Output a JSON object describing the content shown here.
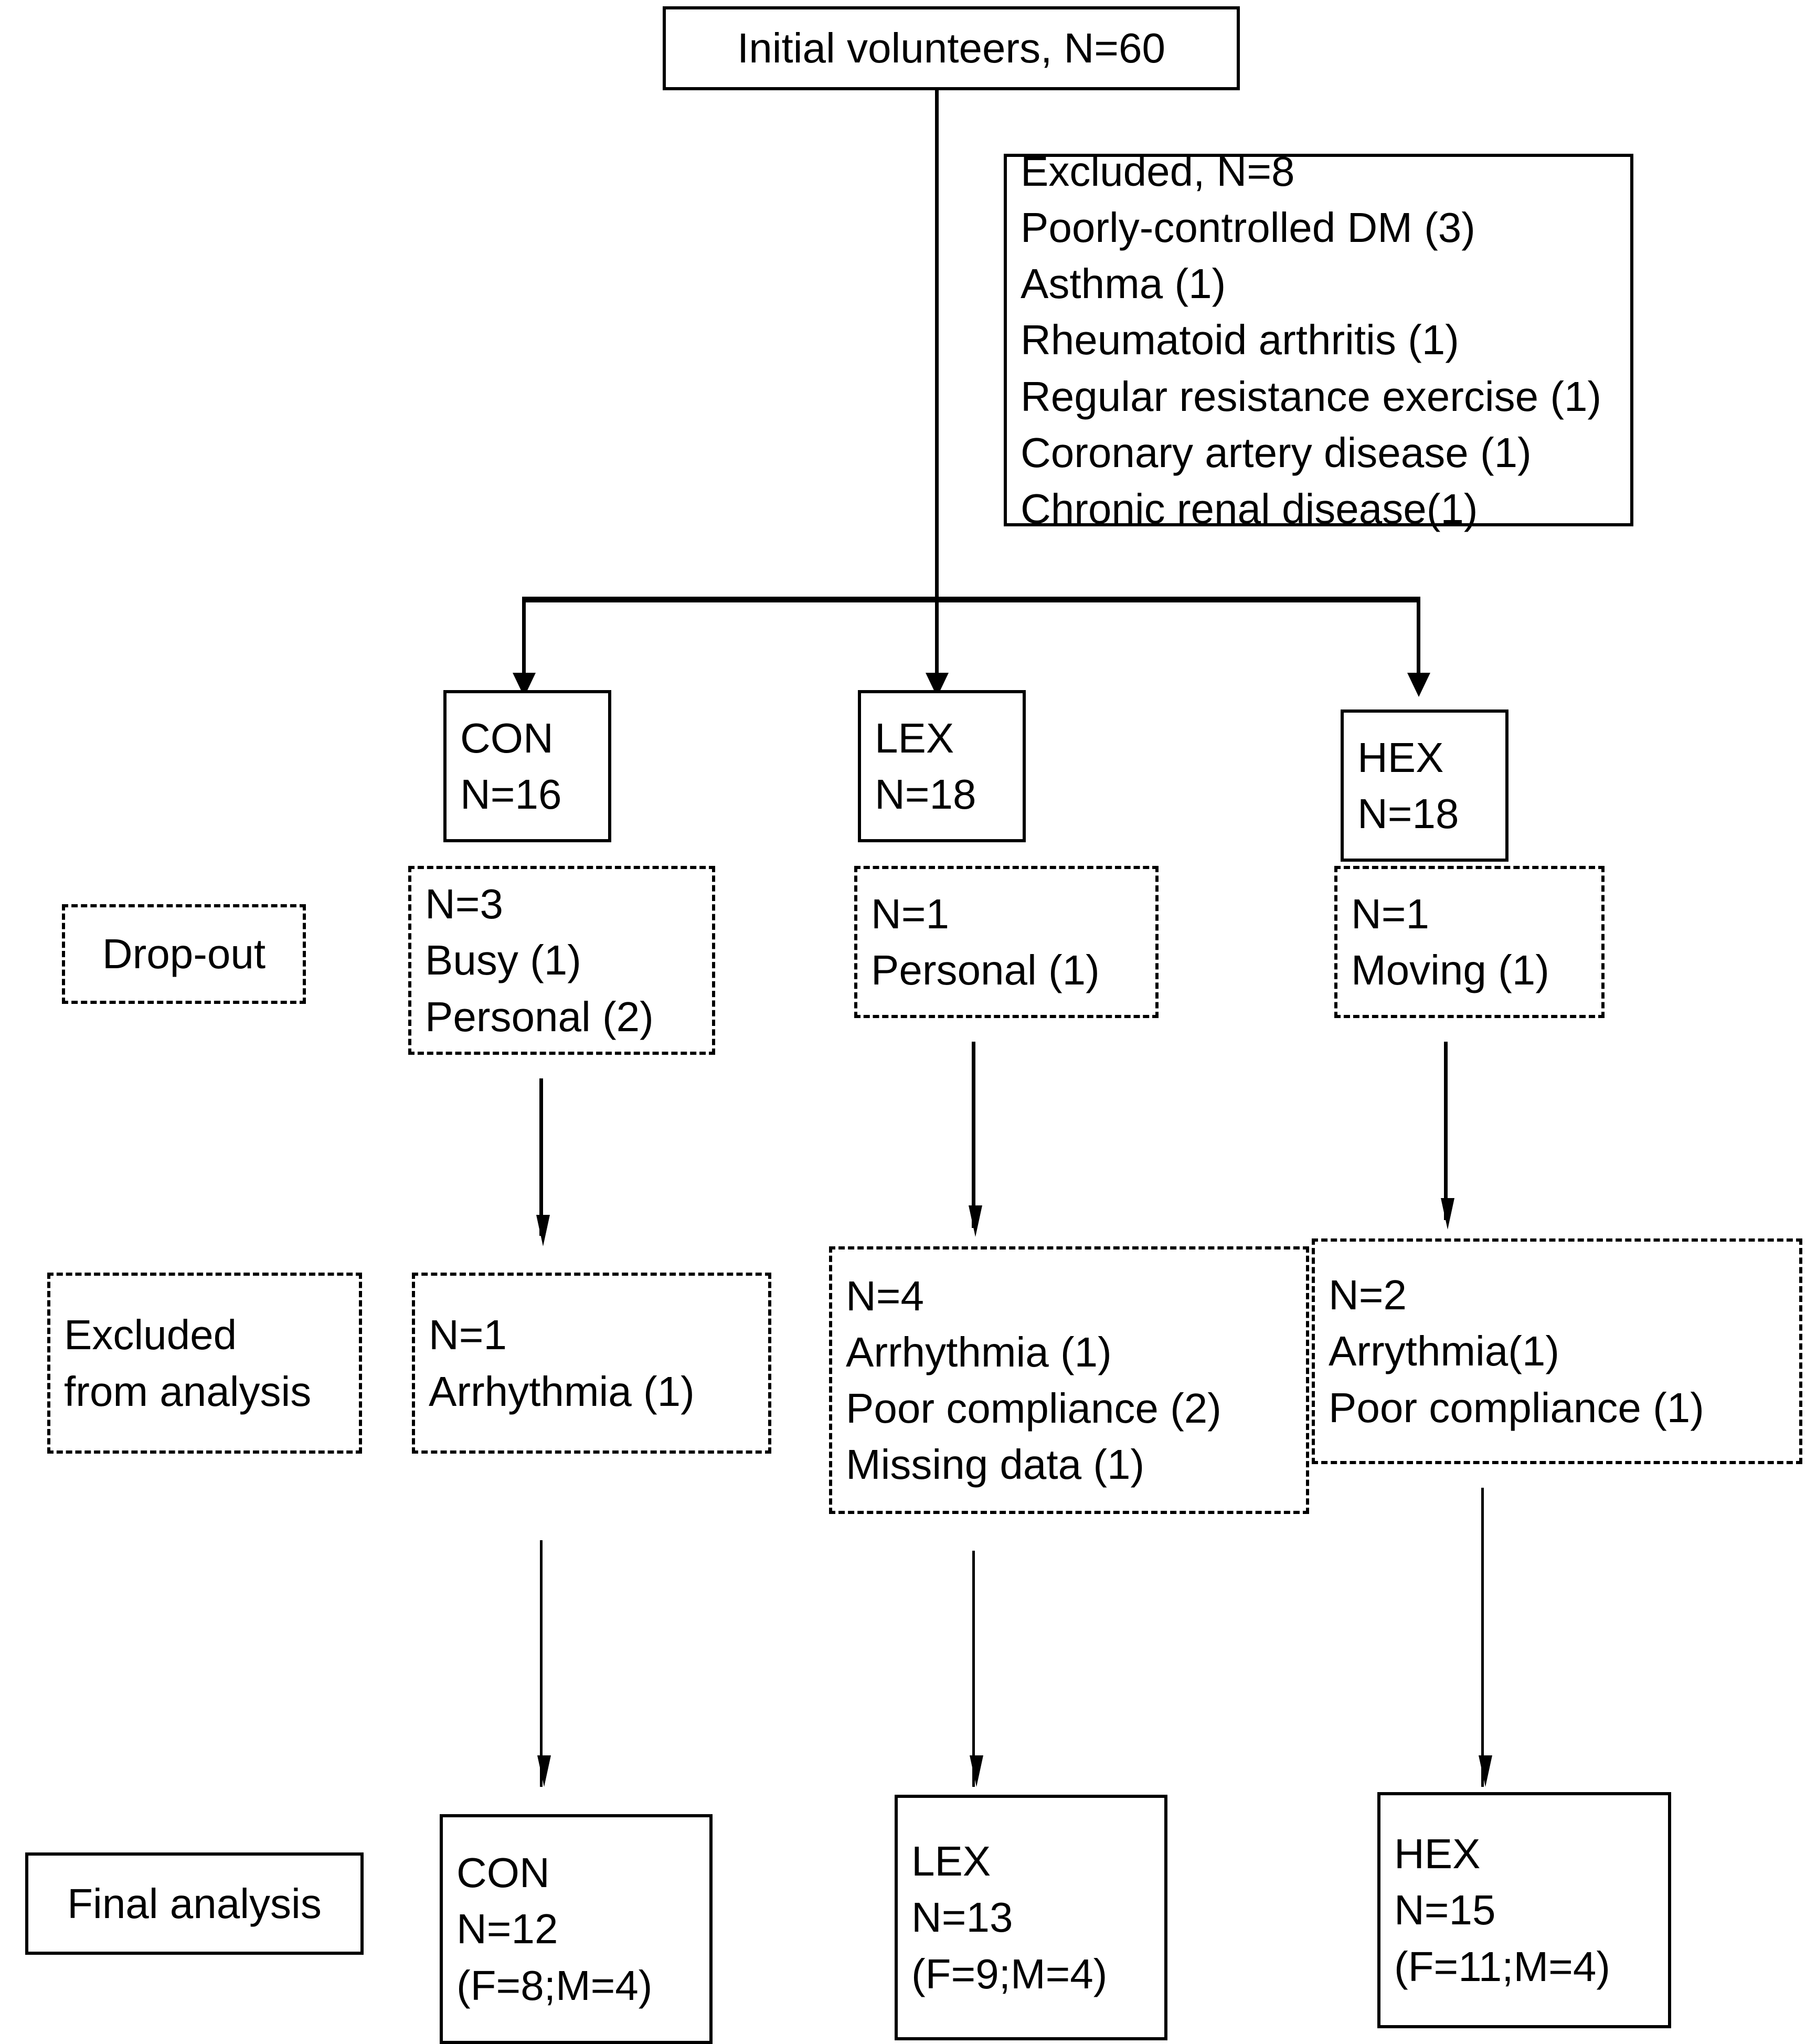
{
  "diagram": {
    "title": "Study participant flow diagram",
    "colors": {
      "stroke": "#000000",
      "background": "#ffffff"
    }
  },
  "top_box": {
    "label": "Initial volunteers,  N=60"
  },
  "excluded_box": {
    "heading": "Excluded, N=8",
    "reasons": [
      "Poorly-controlled DM (3)",
      "Asthma (1)",
      "Rheumatoid arthritis (1)",
      "Regular resistance exercise (1)",
      "Coronary artery disease (1)",
      "Chronic renal disease(1)"
    ]
  },
  "row_labels": {
    "dropout": "Drop-out",
    "excluded_from_analysis_line1": "Excluded",
    "excluded_from_analysis_line2": "from analysis",
    "final_analysis": "Final analysis"
  },
  "groups": [
    {
      "key": "con",
      "allocated": {
        "name": "CON",
        "n": "N=16"
      },
      "dropout": {
        "n": "N=3",
        "reasons": [
          "Busy (1)",
          "Personal (2)"
        ]
      },
      "excluded": {
        "n": "N=1",
        "reasons": [
          "Arrhythmia (1)"
        ]
      },
      "final": {
        "name": "CON",
        "n": "N=12",
        "sex": "(F=8;M=4)"
      }
    },
    {
      "key": "lex",
      "allocated": {
        "name": "LEX",
        "n": "N=18"
      },
      "dropout": {
        "n": "N=1",
        "reasons": [
          "Personal (1)"
        ]
      },
      "excluded": {
        "n": "N=4",
        "reasons": [
          "Arrhythmia (1)",
          "Poor compliance (2)",
          "Missing data (1)"
        ]
      },
      "final": {
        "name": "LEX",
        "n": "N=13",
        "sex": "(F=9;M=4)"
      }
    },
    {
      "key": "hex",
      "allocated": {
        "name": "HEX",
        "n": "N=18"
      },
      "dropout": {
        "n": "N=1",
        "reasons": [
          "Moving (1)"
        ]
      },
      "excluded": {
        "n": "N=2",
        "reasons": [
          "Arrythmia(1)",
          "Poor compliance (1)"
        ]
      },
      "final": {
        "name": "HEX",
        "n": "N=15",
        "sex": "(F=11;M=4)"
      }
    }
  ]
}
